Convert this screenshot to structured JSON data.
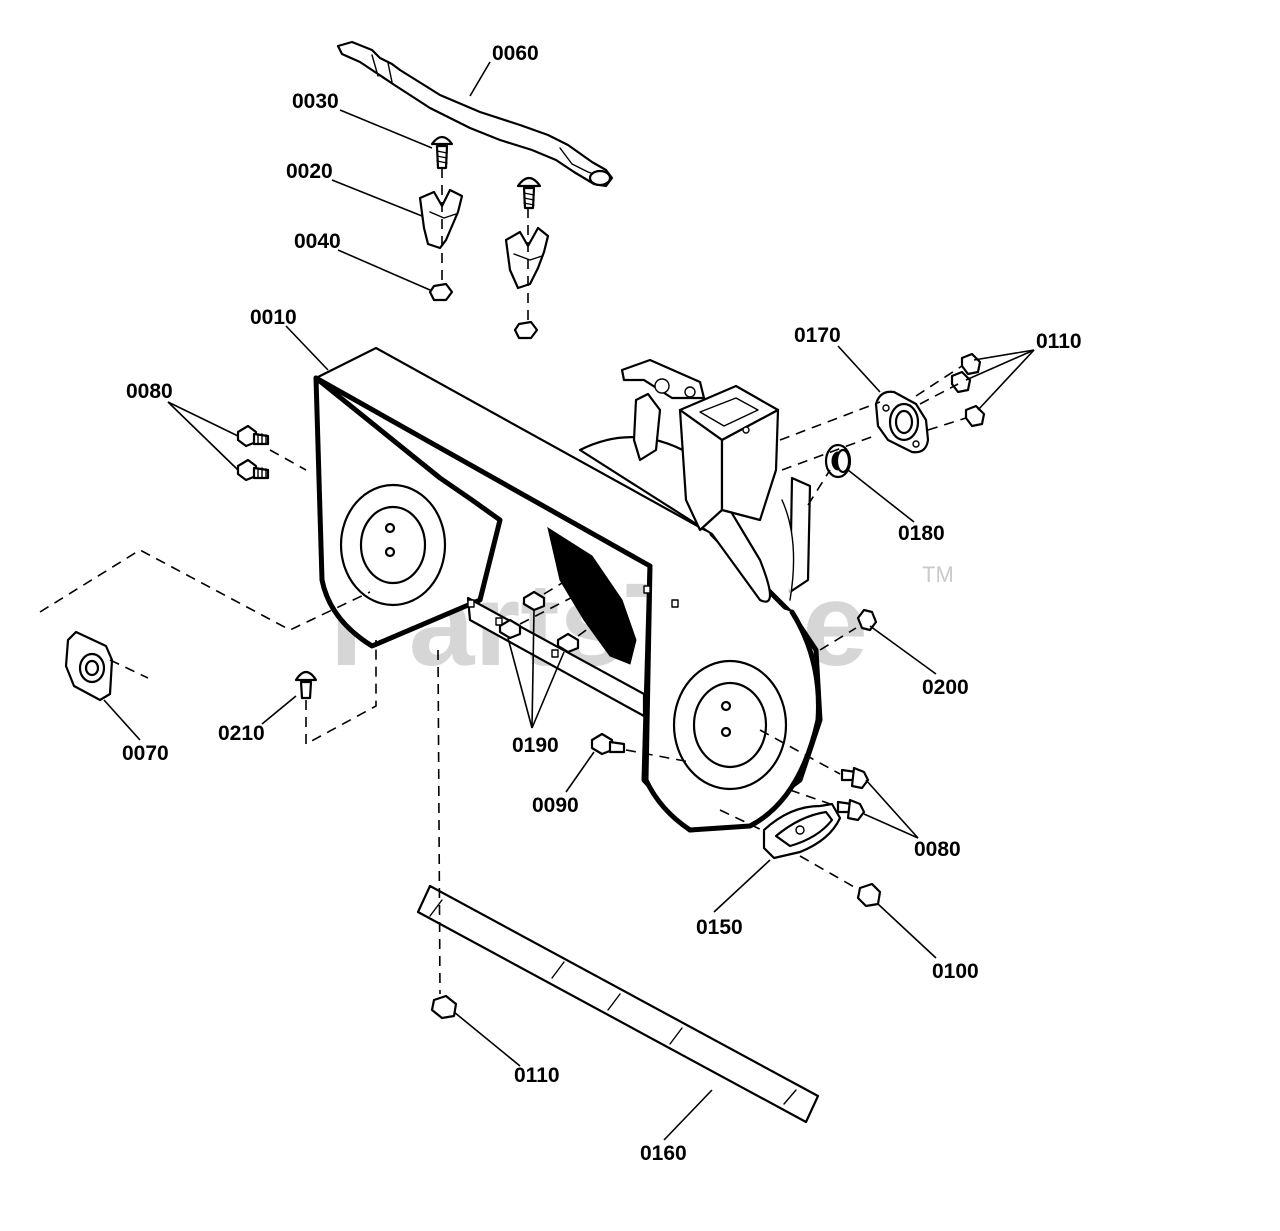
{
  "watermark": {
    "text": "PartsTree",
    "trademark": "TM"
  },
  "callouts": [
    {
      "id": "0060",
      "label": "0060"
    },
    {
      "id": "0030",
      "label": "0030"
    },
    {
      "id": "0020",
      "label": "0020"
    },
    {
      "id": "0040",
      "label": "0040"
    },
    {
      "id": "0010",
      "label": "0010"
    },
    {
      "id": "0080a",
      "label": "0080"
    },
    {
      "id": "0170",
      "label": "0170"
    },
    {
      "id": "0110a",
      "label": "0110"
    },
    {
      "id": "0180",
      "label": "0180"
    },
    {
      "id": "0200",
      "label": "0200"
    },
    {
      "id": "0070",
      "label": "0070"
    },
    {
      "id": "0210",
      "label": "0210"
    },
    {
      "id": "0190",
      "label": "0190"
    },
    {
      "id": "0090",
      "label": "0090"
    },
    {
      "id": "0080b",
      "label": "0080"
    },
    {
      "id": "0150",
      "label": "0150"
    },
    {
      "id": "0100",
      "label": "0100"
    },
    {
      "id": "0110b",
      "label": "0110"
    },
    {
      "id": "0160",
      "label": "0160"
    }
  ]
}
